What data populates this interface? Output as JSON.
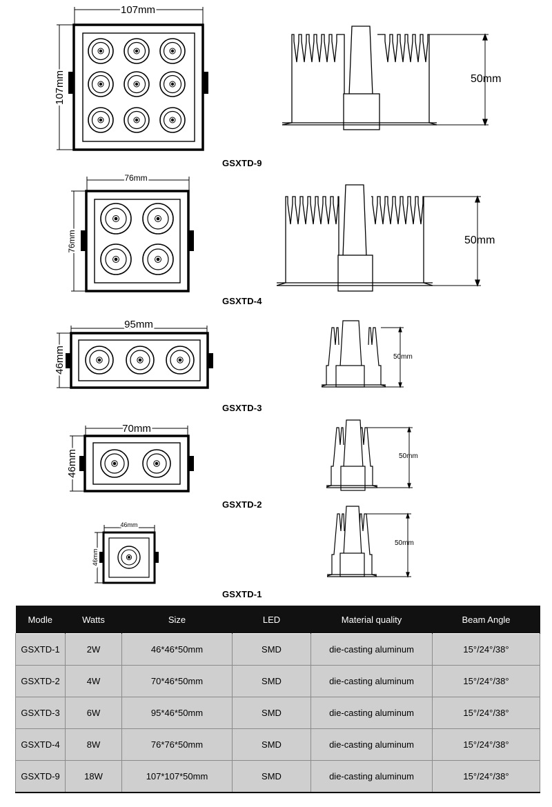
{
  "drawings": [
    {
      "model": "GSXTD-9",
      "width": "107mm",
      "height": "107mm",
      "depth": "50mm",
      "leds": 9
    },
    {
      "model": "GSXTD-4",
      "width": "76mm",
      "height": "76mm",
      "depth": "50mm",
      "leds": 4
    },
    {
      "model": "GSXTD-3",
      "width": "95mm",
      "height": "46mm",
      "depth": "50mm",
      "leds": 3
    },
    {
      "model": "GSXTD-2",
      "width": "70mm",
      "height": "46mm",
      "depth": "50mm",
      "leds": 2
    },
    {
      "model": "GSXTD-1",
      "width": "46mm",
      "height": "46mm",
      "depth": "50mm",
      "leds": 1
    }
  ],
  "table": {
    "headers": [
      "Modle",
      "Watts",
      "Size",
      "LED",
      "Material quality",
      "Beam Angle"
    ],
    "rows": [
      [
        "GSXTD-1",
        "2W",
        "46*46*50mm",
        "SMD",
        "die-casting aluminum",
        "15°/24°/38°"
      ],
      [
        "GSXTD-2",
        "4W",
        "70*46*50mm",
        "SMD",
        "die-casting aluminum",
        "15°/24°/38°"
      ],
      [
        "GSXTD-3",
        "6W",
        "95*46*50mm",
        "SMD",
        "die-casting aluminum",
        "15°/24°/38°"
      ],
      [
        "GSXTD-4",
        "8W",
        "76*76*50mm",
        "SMD",
        "die-casting aluminum",
        "15°/24°/38°"
      ],
      [
        "GSXTD-9",
        "18W",
        "107*107*50mm",
        "SMD",
        "die-casting aluminum",
        "15°/24°/38°"
      ]
    ]
  }
}
